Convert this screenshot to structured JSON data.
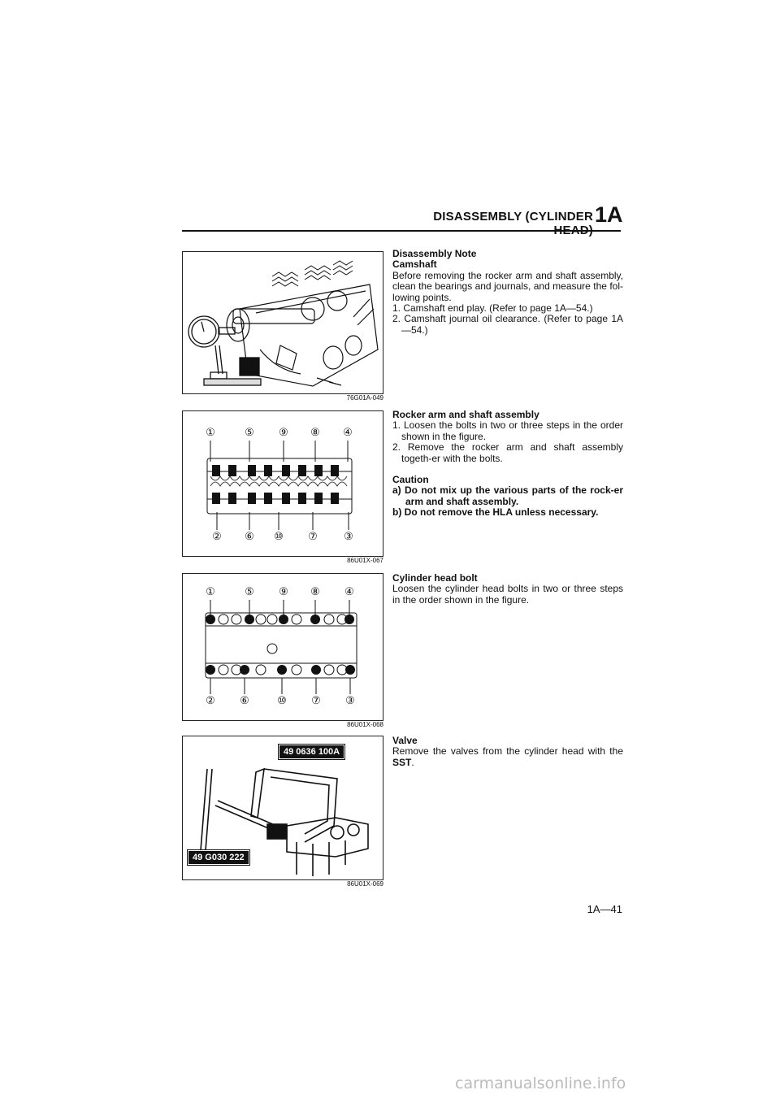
{
  "header": {
    "title": "DISASSEMBLY (CYLINDER HEAD)",
    "section": "1A"
  },
  "figures": [
    {
      "code": "76G01A-049"
    },
    {
      "code": "86U01X-067",
      "top_numbers": [
        "①",
        "⑤",
        "⑨",
        "⑧",
        "④"
      ],
      "bottom_numbers": [
        "②",
        "⑥",
        "⑩",
        "⑦",
        "③"
      ]
    },
    {
      "code": "86U01X-068",
      "top_numbers": [
        "①",
        "⑤",
        "⑨",
        "⑧",
        "④"
      ],
      "bottom_numbers": [
        "②",
        "⑥",
        "⑩",
        "⑦",
        "③"
      ]
    },
    {
      "code": "86U01X-069",
      "sst_labels": [
        "49 0636 100A",
        "49 G030 222"
      ]
    }
  ],
  "sections": {
    "camshaft": {
      "heading1": "Disassembly Note",
      "heading2": "Camshaft",
      "body": "Before removing the rocker arm and shaft assembly, clean the bearings and journals, and measure the fol-lowing points.",
      "items": [
        "1. Camshaft end play. (Refer to page 1A—54.)",
        "2. Camshaft journal oil clearance. (Refer to page 1A—54.)"
      ]
    },
    "rocker": {
      "heading": "Rocker arm and shaft assembly",
      "items": [
        "1. Loosen the bolts in two or three steps in the order shown in the figure.",
        "2. Remove the rocker arm and shaft assembly togeth-er with the bolts."
      ],
      "caution_title": "Caution",
      "caution_items": [
        "a) Do not mix up the various parts of the rock-er arm and shaft assembly.",
        "b) Do not remove the HLA unless necessary."
      ]
    },
    "head_bolt": {
      "heading": "Cylinder head bolt",
      "body": "Loosen the cylinder head bolts in two or three steps in the order shown in the figure."
    },
    "valve": {
      "heading": "Valve",
      "body_pre": "Remove the valves from the cylinder head with the",
      "body_sst": "SST",
      "body_post": "."
    }
  },
  "page_number": "1A—41",
  "watermark": "carmanualsonline.info"
}
